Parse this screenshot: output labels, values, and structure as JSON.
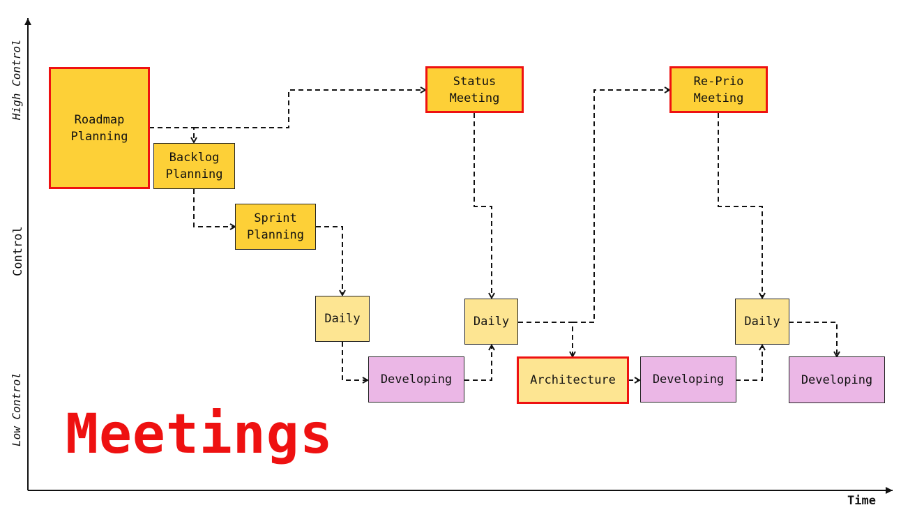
{
  "title": "Meetings",
  "axes": {
    "x_label": "Time",
    "y_label_high": "High Control",
    "y_label_mid": "Control",
    "y_label_low": "Low Control"
  },
  "nodes": {
    "roadmap": "Roadmap\nPlanning",
    "backlog": "Backlog\nPlanning",
    "sprint": "Sprint\nPlanning",
    "daily1": "Daily",
    "dev1": "Developing",
    "status": "Status\nMeeting",
    "daily2": "Daily",
    "architecture": "Architecture",
    "dev2": "Developing",
    "reprio": "Re-Prio\nMeeting",
    "daily3": "Daily",
    "dev3": "Developing"
  },
  "colors": {
    "accent_red": "#ee1111",
    "meeting_strong": "#fdd037",
    "meeting_light": "#fde592",
    "developing": "#ebb7e6"
  }
}
